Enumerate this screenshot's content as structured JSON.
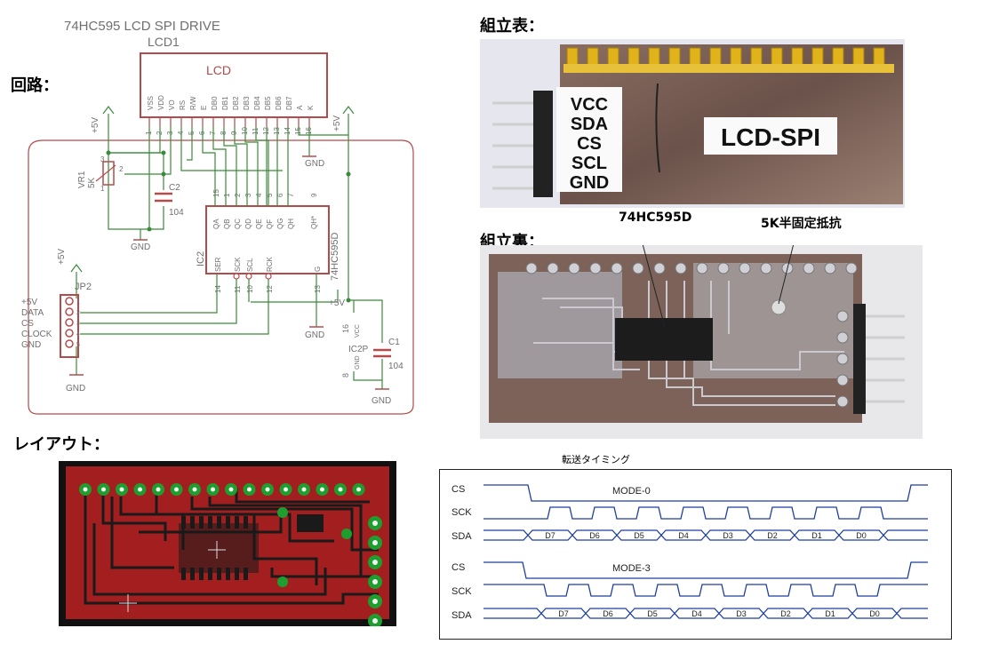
{
  "headings": {
    "circuit": "回路：",
    "front": "組立表：",
    "back": "組立裏：",
    "layout": "レイアウト："
  },
  "schematic": {
    "title": "74HC595 LCD SPI DRIVE",
    "lcd_ref": "LCD1",
    "lcd_label": "LCD",
    "lcd_pins": [
      "VSS",
      "VDD",
      "VO",
      "RS",
      "R/W",
      "E",
      "DB0",
      "DB1",
      "DB2",
      "DB3",
      "DB4",
      "DB5",
      "DB6",
      "DB7",
      "A",
      "K"
    ],
    "lcd_pin_numbers": [
      "1",
      "2",
      "3",
      "4",
      "5",
      "6",
      "7",
      "8",
      "9",
      "10",
      "11",
      "12",
      "13",
      "14",
      "15",
      "16"
    ],
    "ic2_ref": "IC2",
    "ic2_part": "74HC595D",
    "ic2_top_pins": [
      "QA",
      "QB",
      "QC",
      "QD",
      "QE",
      "QF",
      "QG",
      "QH",
      "QH*"
    ],
    "ic2_top_nums": [
      "15",
      "1",
      "2",
      "3",
      "4",
      "5",
      "6",
      "7",
      "9"
    ],
    "ic2_bottom_pins": [
      "SER",
      "SCK",
      "SCL",
      "RCK",
      "G"
    ],
    "ic2_bottom_nums": [
      "14",
      "11",
      "10",
      "12",
      "13"
    ],
    "vr1_ref": "VR1",
    "vr1_value": "5K",
    "c2_ref": "C2",
    "c2_value": "104",
    "c1_ref": "C1",
    "c1_value": "104",
    "jp2_ref": "JP2",
    "jp2_labels": [
      "+5V",
      "DATA",
      "CS",
      "CLOCK",
      "GND"
    ],
    "jp2_nums": [
      "1",
      "2",
      "3",
      "4",
      "5"
    ],
    "ic2p_ref": "IC2P",
    "ic2p_vcc": "VCC",
    "ic2p_gnd": "GND",
    "ic2p_pins": [
      "16",
      "8"
    ],
    "vr_pins": [
      "1",
      "2",
      "3"
    ],
    "plus5v": "+5V",
    "gnd": "GND"
  },
  "front_photo": {
    "pins": [
      "VCC",
      "SDA",
      "CS",
      "SCL",
      "GND"
    ],
    "label": "LCD-SPI"
  },
  "back_photo": {
    "callout_ic": "74HC595D",
    "callout_resistor": "5K半固定抵抗"
  },
  "timing": {
    "title": "転送タイミング",
    "mode0": "MODE-0",
    "mode3": "MODE-3",
    "signals": [
      "CS",
      "SCK",
      "SDA"
    ],
    "bits": [
      "D7",
      "D6",
      "D5",
      "D4",
      "D3",
      "D2",
      "D1",
      "D0"
    ]
  },
  "colors": {
    "schematic_line": "#3b8a3b",
    "schematic_part": "#b44a4a",
    "schematic_text": "#707070",
    "pcb_red": "#a31f1f",
    "pcb_dark": "#1a1a1a",
    "timing_line": "#1f3f9f"
  }
}
